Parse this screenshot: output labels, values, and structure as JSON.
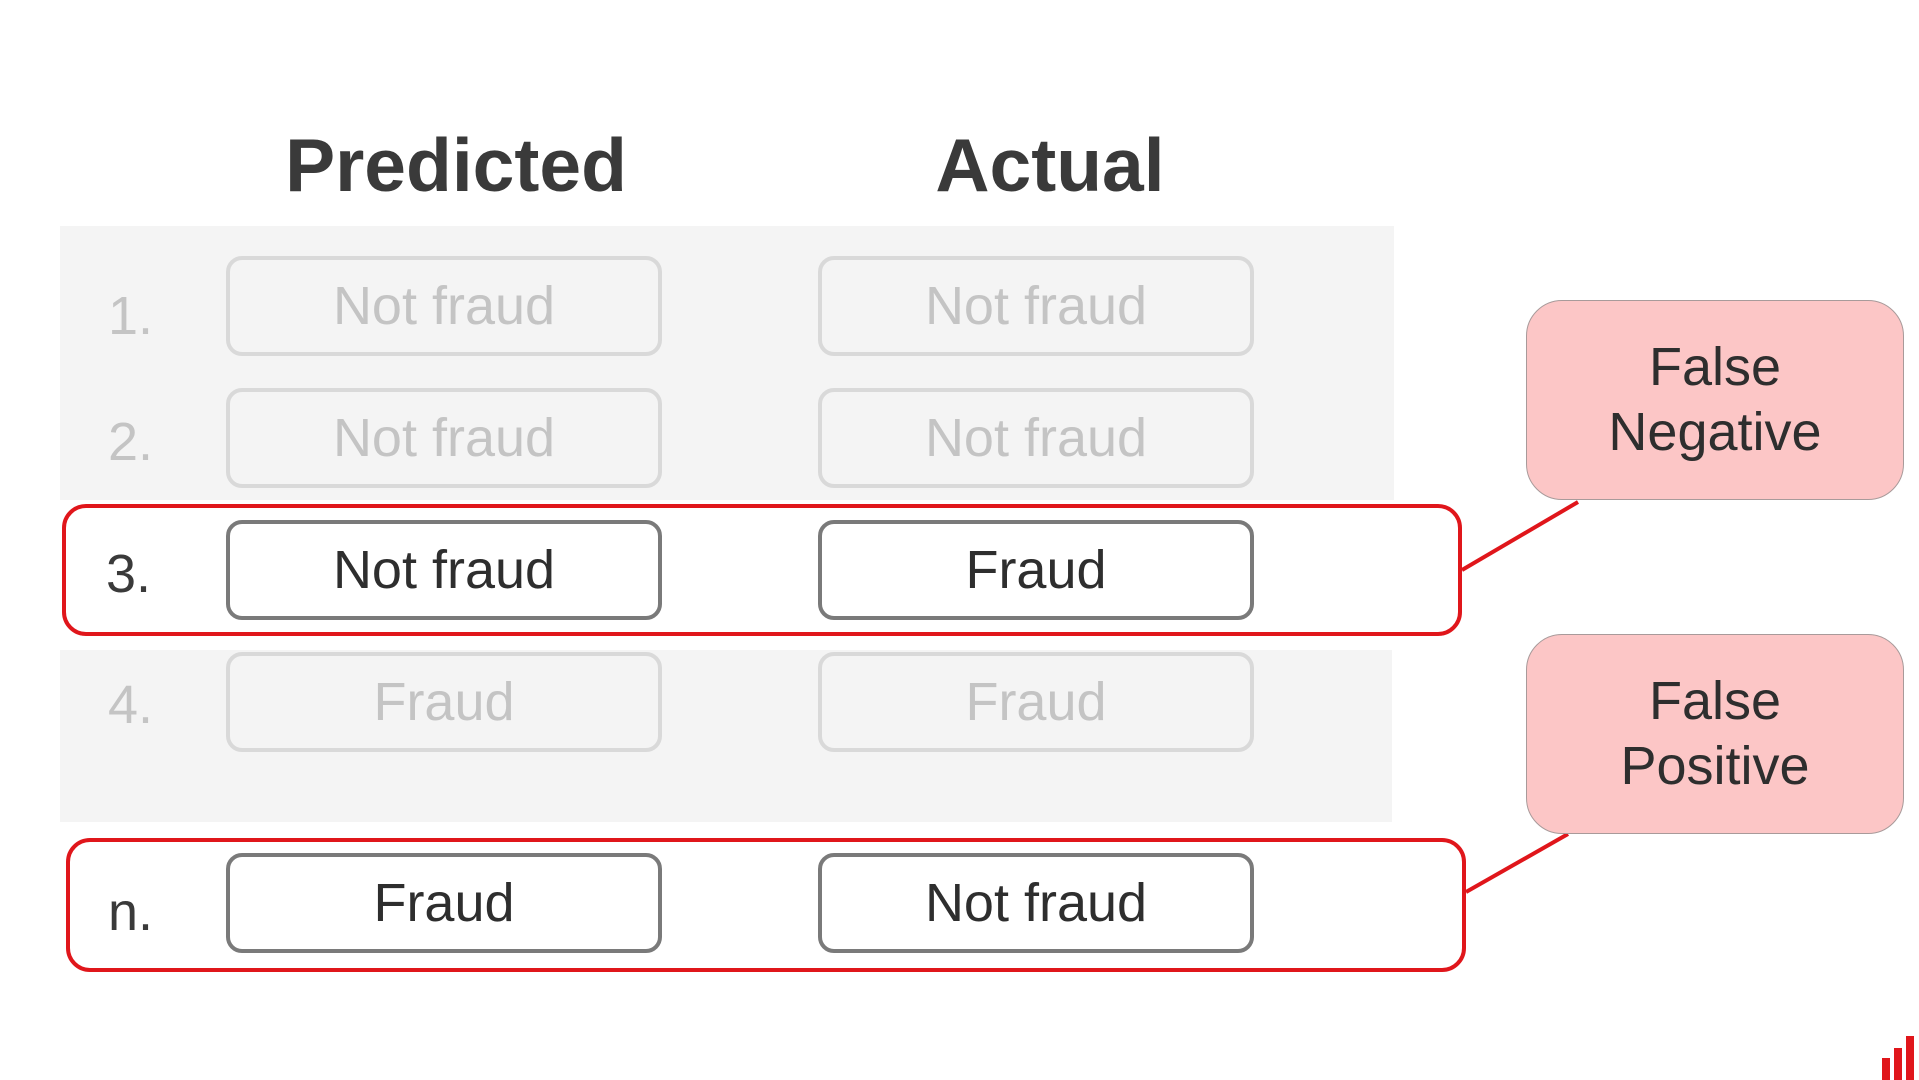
{
  "headers": {
    "predicted": "Predicted",
    "actual": "Actual"
  },
  "rows": [
    {
      "number": "1.",
      "predicted": "Not fraud",
      "actual": "Not fraud",
      "highlighted": false
    },
    {
      "number": "2.",
      "predicted": "Not fraud",
      "actual": "Not fraud",
      "highlighted": false
    },
    {
      "number": "3.",
      "predicted": "Not fraud",
      "actual": "Fraud",
      "highlighted": true
    },
    {
      "number": "4.",
      "predicted": "Fraud",
      "actual": "Fraud",
      "highlighted": false
    },
    {
      "number": "n.",
      "predicted": "Fraud",
      "actual": "Not fraud",
      "highlighted": true
    }
  ],
  "callouts": {
    "false_negative": {
      "line1": "False",
      "line2": "Negative"
    },
    "false_positive": {
      "line1": "False",
      "line2": "Positive"
    }
  },
  "colors": {
    "highlight": "#e0161b",
    "callout_fill": "#fcc6c6",
    "faded_text": "#c4c4c4",
    "panel": "#f4f4f4"
  },
  "logo": {
    "icon": "bar-chart-logo-icon"
  }
}
